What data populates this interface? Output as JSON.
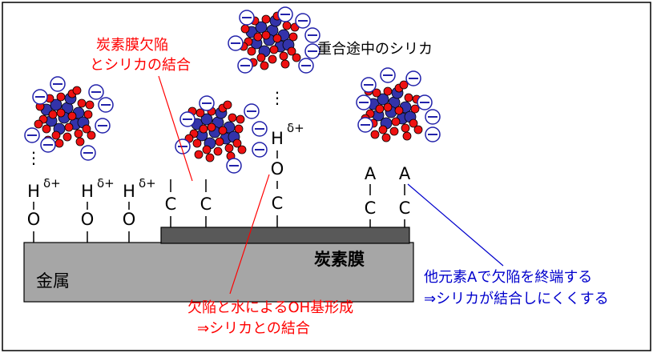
{
  "labels": {
    "metal": "金属",
    "carbon_film": "炭素膜",
    "silica_polymerizing": "重合途中のシリカ",
    "defect_bond": [
      "炭素膜欠陥",
      "とシリカの結合"
    ],
    "oh_formation": [
      "欠陥と水によるOH基形成",
      "⇒シリカとの結合"
    ],
    "termination": [
      "他元素Aで欠陥を終端する",
      "⇒シリカが結合しにくくする"
    ]
  },
  "atoms": {
    "H": "H",
    "O": "O",
    "C": "C",
    "A": "A",
    "delta_plus": "δ+",
    "minus": "⊖",
    "dots": "⋮"
  },
  "colors": {
    "red_text": "#ff0000",
    "blue_text": "#0000cc",
    "metal_fill": "#a6a6a6",
    "carbon_fill": "#595959",
    "oxygen": "#ee1111",
    "silicon": "#3333aa",
    "minus_ion": "#2222aa",
    "black": "#000000"
  }
}
